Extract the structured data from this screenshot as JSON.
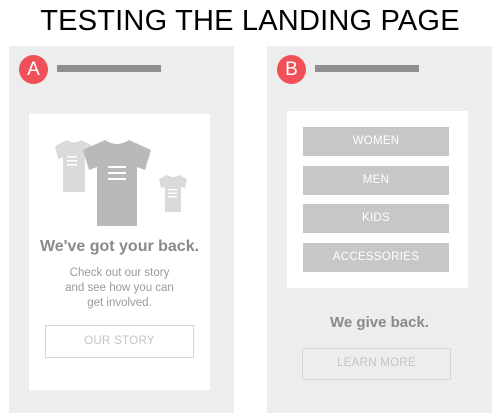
{
  "title": "TESTING THE LANDING PAGE",
  "colors": {
    "badge": "#f05057",
    "panel": "#ededed",
    "category_button": "#c7c7c7"
  },
  "variant_a": {
    "badge": "A",
    "headline": "We've got your back.",
    "body_lines": [
      "Check out our story",
      "and see how you can",
      "get involved."
    ],
    "button": "OUR STORY",
    "illustration": "tshirts-icon"
  },
  "variant_b": {
    "badge": "B",
    "categories": [
      "WOMEN",
      "MEN",
      "KIDS",
      "ACCESSORIES"
    ],
    "tagline": "We give back.",
    "button": "LEARN MORE"
  }
}
